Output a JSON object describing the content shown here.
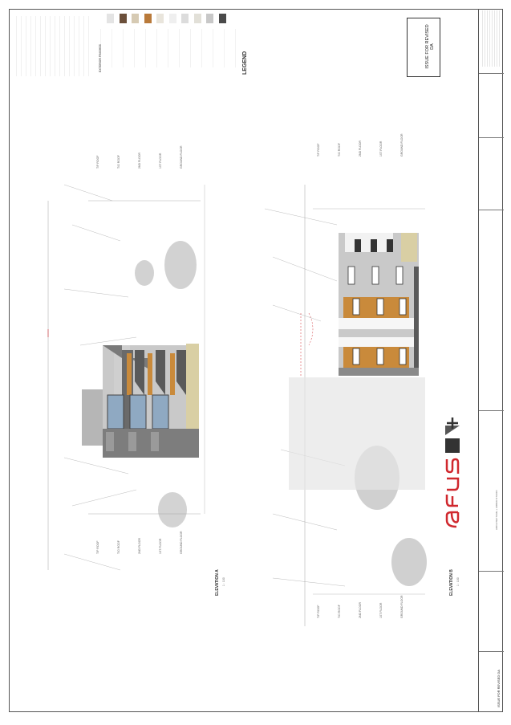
{
  "sheet": {
    "legend_title": "LEGEND",
    "stamp_text": "ISSUE FOR REVISED DA",
    "tb_stamp_text": "ISSUE FOR REVISED DA",
    "firm_logo": "aeus",
    "firm_caption": "ARCHITECTURE + URBAN STUDIO",
    "elevation1_label": "ELEVATION A",
    "elevation1_scale": "1 : 100",
    "elevation2_label": "ELEVATION B",
    "elevation2_scale": "1 : 100",
    "level_labels_1": [
      "T/P ROOF",
      "T/O ROOF",
      "2ND FLOOR",
      "1ST FLOOR",
      "GROUND FLOOR"
    ],
    "level_labels_2": [
      "T/P ROOF",
      "T/O ROOF",
      "2ND FLOOR",
      "1ST FLOOR",
      "GROUND FLOOR"
    ],
    "materials_header": "EXTERIOR FINISHES"
  },
  "colors": {
    "timber": "#c98a3b",
    "charcoal": "#5a5a5a",
    "light_grey": "#c9c9c9",
    "mid_grey": "#9a9a9a",
    "beige": "#d9cfa4",
    "glass": "#8fa9c2",
    "red_accent": "#d0282e",
    "tree": "#bdbdbd"
  },
  "swatches": [
    "#e4e4e4",
    "#6b4f3a",
    "#d6cab3",
    "#b97a3a",
    "#e9e5dc",
    "#efefef",
    "#dcdcdc",
    "#e2e0d8",
    "#c8c8c8",
    "#4a4a4a"
  ]
}
